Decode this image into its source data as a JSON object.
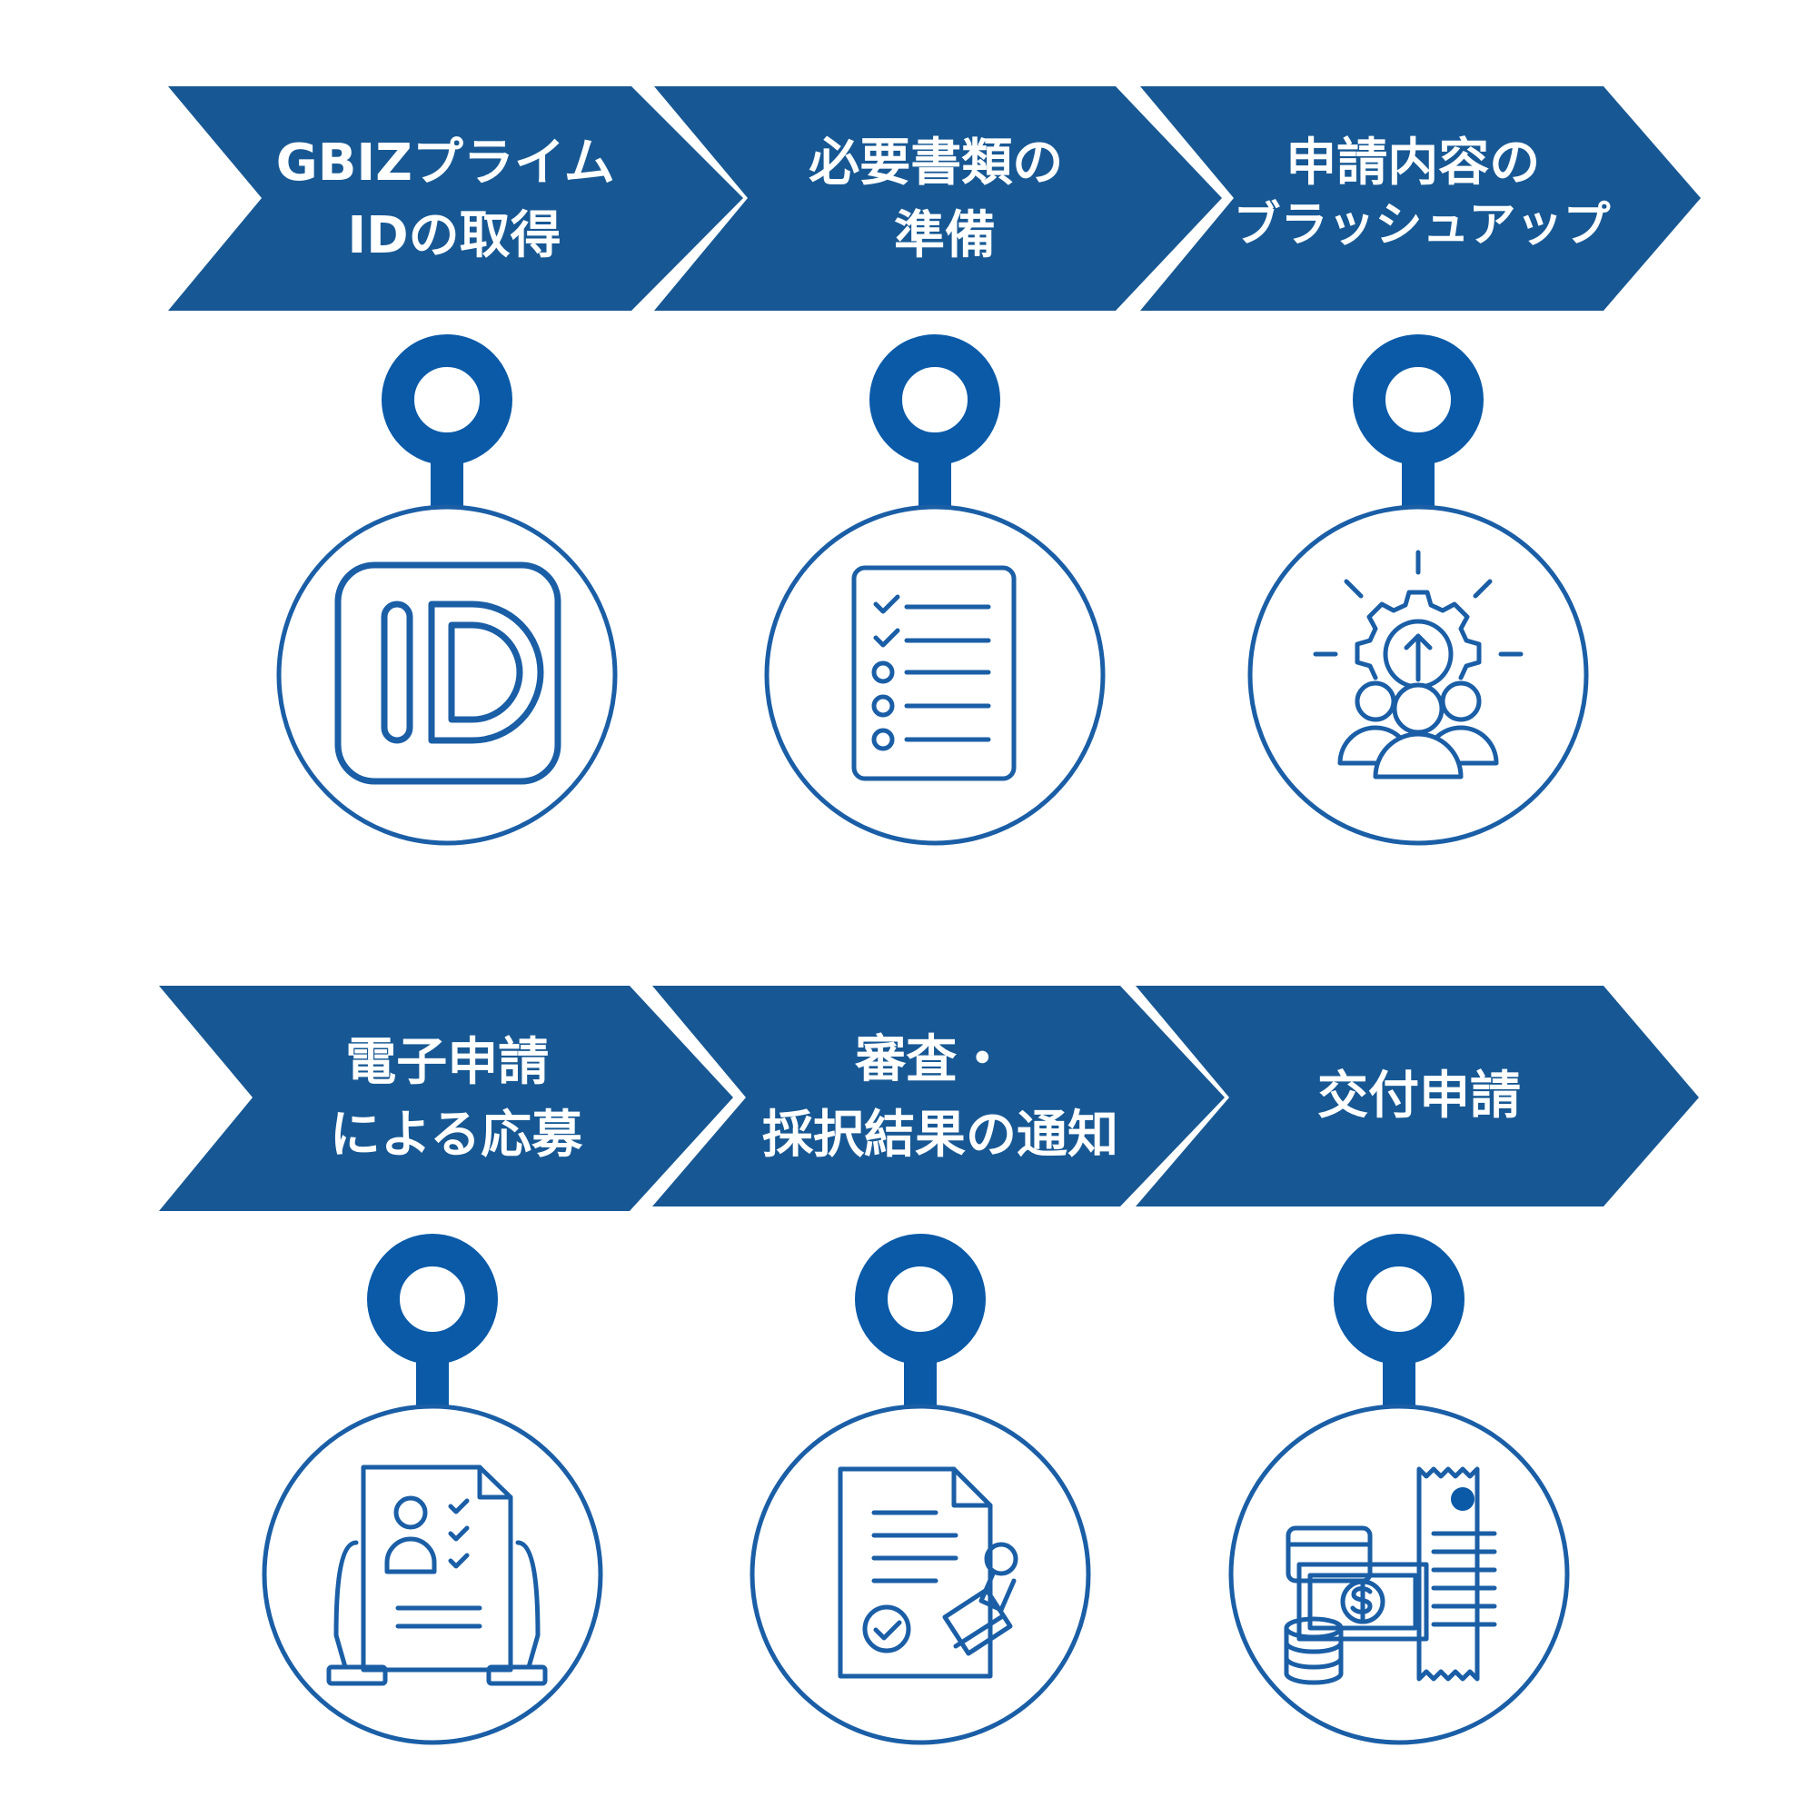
{
  "colors": {
    "chevron": "#175894",
    "accent": "#0a5aa8",
    "stroke": "#1a5ea6",
    "background": "#ffffff"
  },
  "steps": [
    {
      "lines": [
        "GBIZプライム",
        "IDの取得"
      ],
      "icon": "id-card-icon"
    },
    {
      "lines": [
        "必要書類の",
        "準備"
      ],
      "icon": "checklist-icon"
    },
    {
      "lines": [
        "申請内容の",
        "ブラッシュアップ"
      ],
      "icon": "team-gear-improvement-icon"
    },
    {
      "lines": [
        "電子申請",
        "による応募"
      ],
      "icon": "application-form-icon"
    },
    {
      "lines": [
        "審査・",
        "採択結果の通知"
      ],
      "icon": "approval-stamp-document-icon"
    },
    {
      "lines": [
        "交付申請"
      ],
      "icon": "money-receipt-icon"
    }
  ]
}
